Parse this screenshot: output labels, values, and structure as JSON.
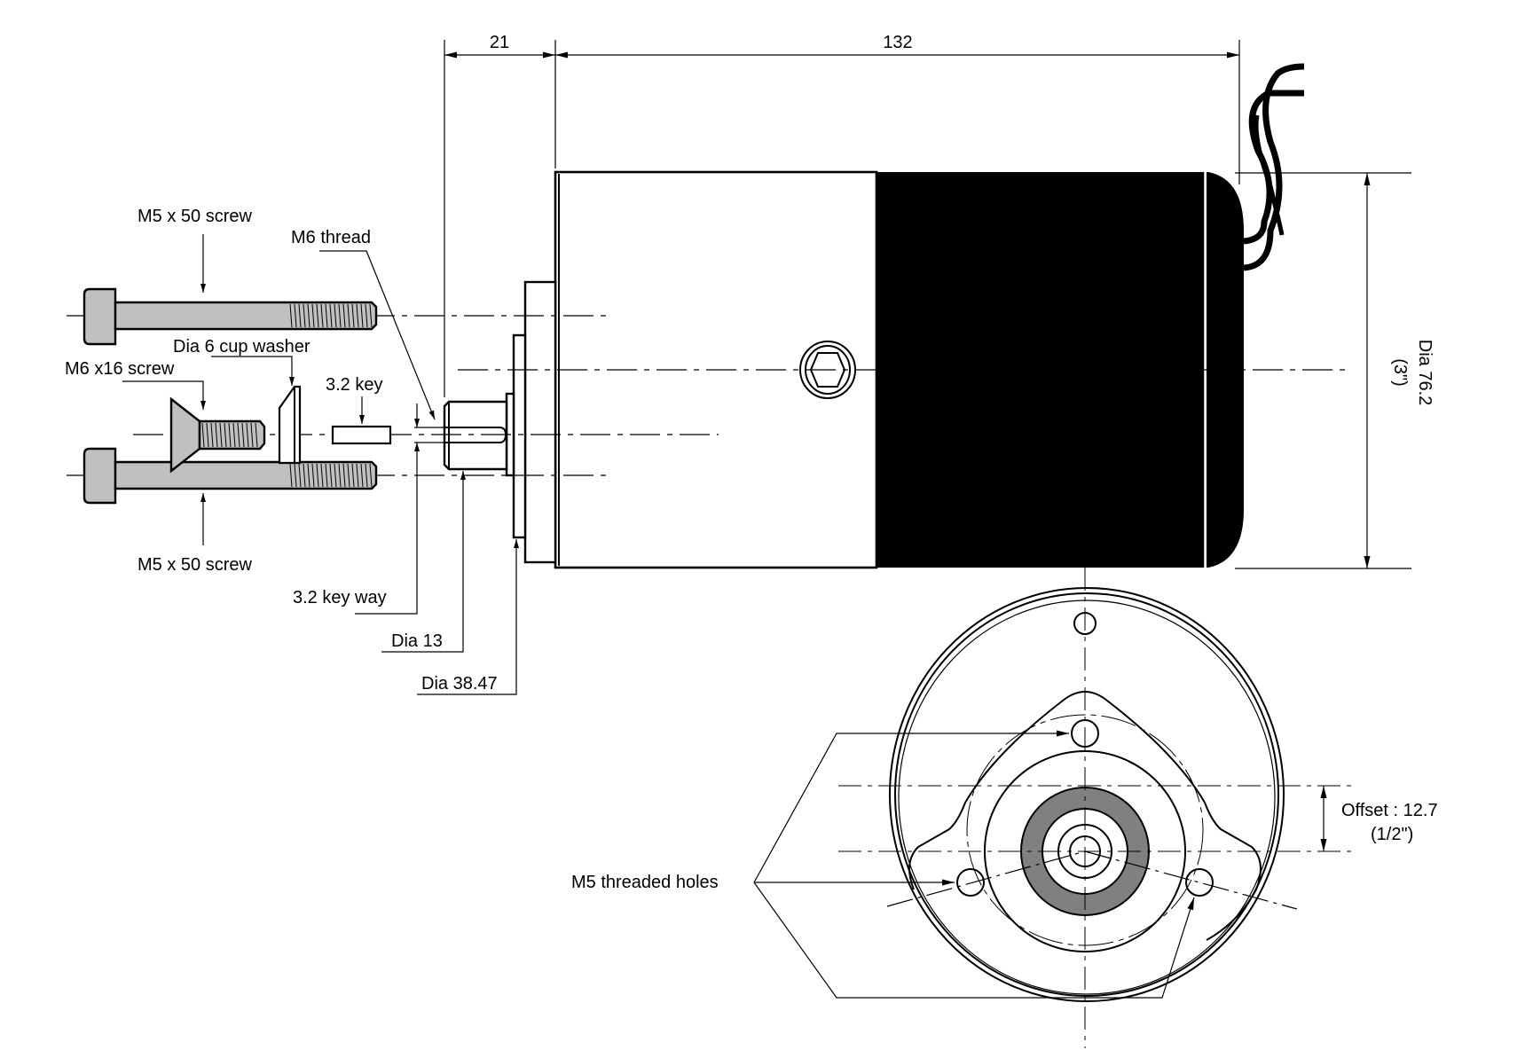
{
  "drawing": {
    "title": "Motor dimensional drawing",
    "colors": {
      "line": "#000000",
      "part_fill": "#c0c0c0",
      "ring_fill": "#808080",
      "motor_band": "#000000",
      "background": "#ffffff"
    }
  },
  "dimensions": {
    "flange_length": "21",
    "body_length": "132",
    "diameter_label": "Dia 76.2",
    "diameter_inch": "(3\")",
    "offset_label": "Offset : 12.7",
    "offset_inch": "(1/2\")"
  },
  "callouts": {
    "m5_screw_top": "M5 x 50 screw",
    "m6_thread": "M6 thread",
    "cup_washer": "Dia 6 cup washer",
    "m6_screw": "M6 x16 screw",
    "key": "3.2 key",
    "m5_screw_bottom": "M5 x 50 screw",
    "keyway": "3.2 key way",
    "shaft_dia": "Dia 13",
    "pilot_dia": "Dia 38.47",
    "threaded_holes": "M5 threaded holes"
  }
}
